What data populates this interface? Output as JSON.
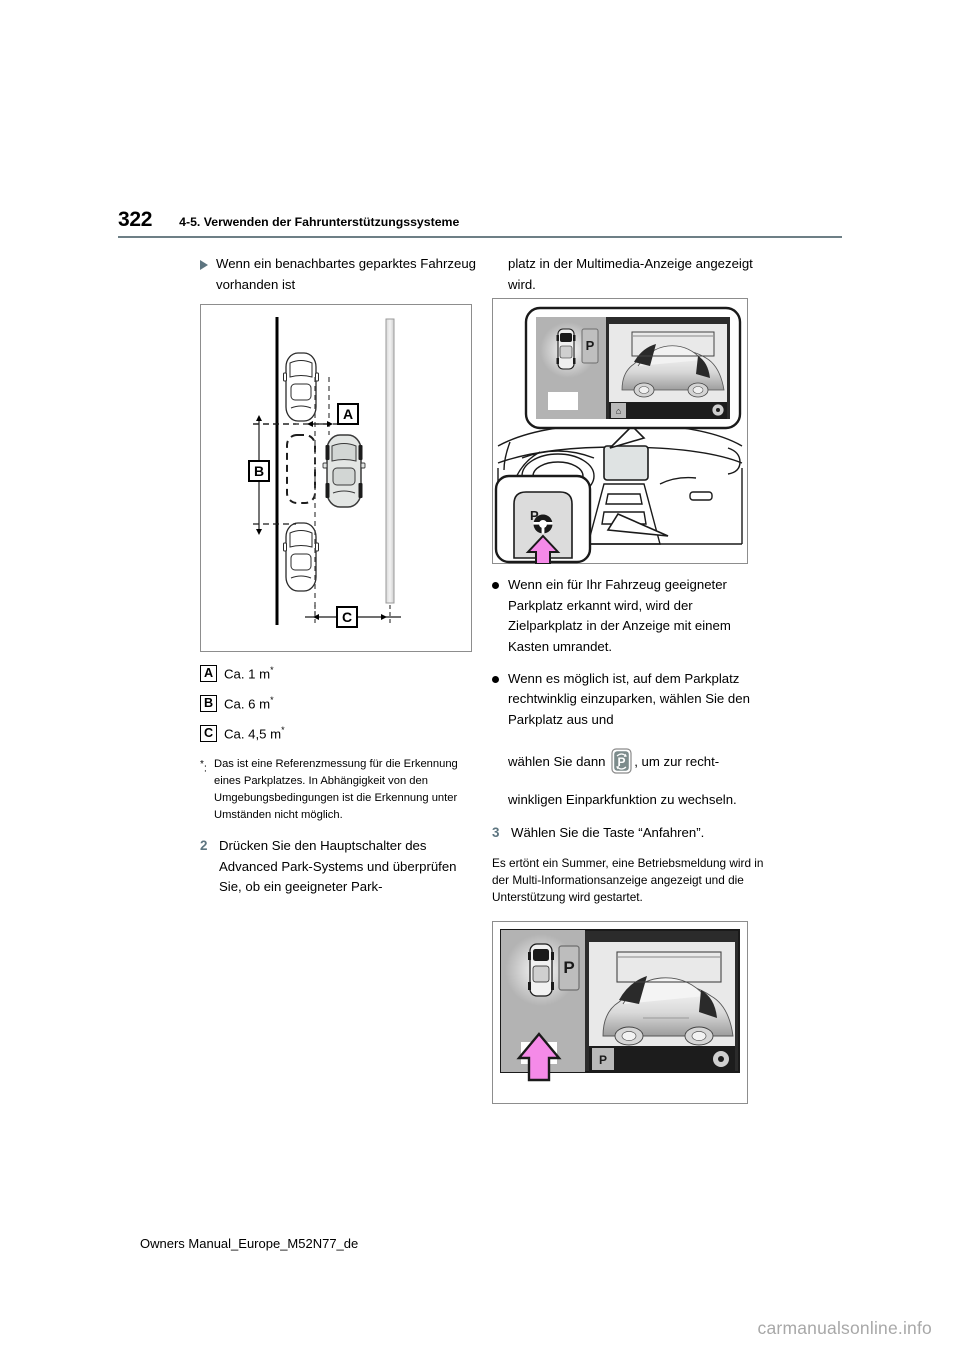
{
  "header": {
    "page_number": "322",
    "section_title": "4-5. Verwenden der Fahrunterstützungssysteme"
  },
  "left_column": {
    "arrow_heading": "Wenn ein benachbartes geparktes Fahrzeug vorhanden ist",
    "figure": {
      "name": "parallel-parking-dimension-diagram",
      "labels": [
        "A",
        "B",
        "C"
      ]
    },
    "legend": [
      {
        "label": "A",
        "text": "Ca. 1 m",
        "mark": "*"
      },
      {
        "label": "B",
        "text": "Ca. 6 m",
        "mark": "*"
      },
      {
        "label": "C",
        "text": "Ca. 4,5 m",
        "mark": "*"
      }
    ],
    "footnote": {
      "mark": "*",
      "colon": ":",
      "text": "Das ist eine Referenzmessung für die Erkennung eines Parkplatzes. In Abhängigkeit von den Umgebungsbedingungen ist die Erkennung unter Umständen nicht möglich."
    },
    "step2": {
      "number": "2",
      "text": "Drücken Sie den Hauptschalter des Advanced Park-Systems und überprüfen Sie, ob ein geeigneter Park-"
    }
  },
  "right_column": {
    "continuation": "platz in der Multimedia-Anzeige angezeigt wird.",
    "figure_top": {
      "name": "dashboard-multimedia-display-illustration",
      "display_label_p": "P",
      "switch_label_p": "P"
    },
    "bullets": [
      "Wenn ein für Ihr Fahrzeug geeigneter Parkplatz erkannt wird, wird der Zielparkplatz in der Anzeige mit einem Kasten umrandet.",
      "Wenn es möglich ist, auf dem Parkplatz rechtwinklig einzuparken, wählen Sie den Parkplatz aus und"
    ],
    "icon_sentence": {
      "before": "wählen Sie dann",
      "icon_name": "perpendicular-park-icon",
      "after": ", um zur recht-",
      "continuation": "winkligen Einparkfunktion zu wechseln."
    },
    "step3": {
      "number": "3",
      "text": "Wählen Sie die Taste “Anfahren”."
    },
    "step3_body": "Es ertönt ein Summer, eine Betriebsmeldung wird in der Multi-Informationsanzeige angezeigt und die Unterstützung wird gestartet.",
    "figure_bottom": {
      "name": "multimedia-display-park-selected",
      "display_label_p": "P"
    }
  },
  "footer": {
    "document_id": "Owners Manual_Europe_M52N77_de",
    "watermark": "carmanualsonline.info"
  },
  "colors": {
    "rule": "#6d7f86",
    "accent_gray_blue": "#5d7580",
    "highlight_arrow": "#f58ae8",
    "display_gray": "#b3b3b3",
    "display_dark": "#2a2a2a"
  }
}
